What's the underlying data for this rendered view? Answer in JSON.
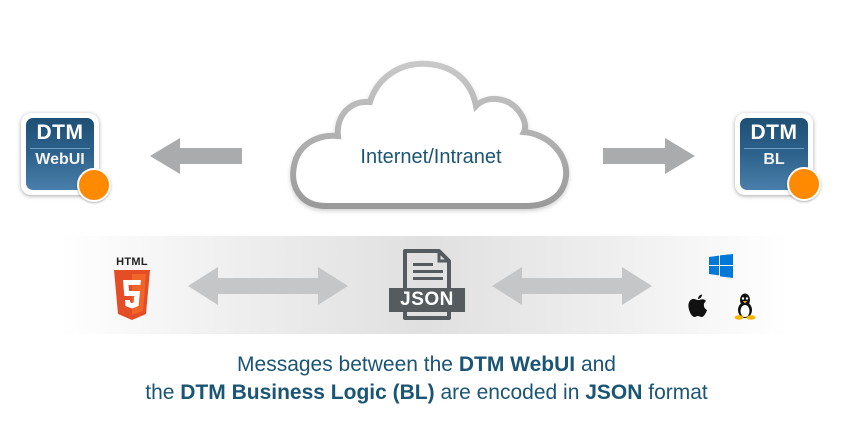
{
  "diagram": {
    "left_node": {
      "title": "DTM",
      "subtitle": "WebUI",
      "status_color": "#ff8a00"
    },
    "right_node": {
      "title": "DTM",
      "subtitle": "BL",
      "status_color": "#ff8a00"
    },
    "cloud": {
      "label": "Internet/Intranet"
    },
    "band": {
      "left_icon": {
        "label": "HTML",
        "number": "5",
        "icon": "html5-icon"
      },
      "center_icon": {
        "label": "JSON",
        "icon": "json-file-icon"
      },
      "right_icons": [
        "windows-icon",
        "apple-icon",
        "linux-tux-icon"
      ]
    },
    "colors": {
      "text_primary": "#1b5575",
      "arrow": "#a9abac",
      "band_arrow": "#c4c6c7",
      "badge_blue": "#2d628c",
      "html5_orange": "#e44d26",
      "windows_blue": "#0078d7"
    }
  },
  "caption": {
    "line1": [
      {
        "text": "Messages between the ",
        "bold": false
      },
      {
        "text": "DTM WebUI",
        "bold": true
      },
      {
        "text": " and",
        "bold": false
      }
    ],
    "line2": [
      {
        "text": "the ",
        "bold": false
      },
      {
        "text": "DTM Business Logic (BL)",
        "bold": true
      },
      {
        "text": " are encoded in ",
        "bold": false
      },
      {
        "text": "JSON",
        "bold": true
      },
      {
        "text": " format",
        "bold": false
      }
    ]
  }
}
